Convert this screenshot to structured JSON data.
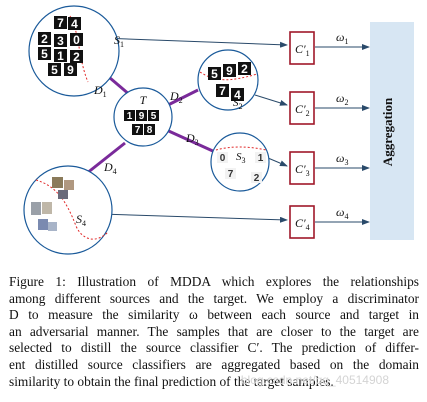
{
  "diagram": {
    "sources": [
      {
        "id": "s1",
        "label": "S1",
        "distance": "D1"
      },
      {
        "id": "s2",
        "label": "S2",
        "distance": "D2"
      },
      {
        "id": "s3",
        "label": "S3",
        "distance": "D3"
      },
      {
        "id": "s4",
        "label": "S4",
        "distance": "D4"
      }
    ],
    "target": {
      "label": "T"
    },
    "classifiers": [
      {
        "label": "C'1",
        "weight": "ω1"
      },
      {
        "label": "C'2",
        "weight": "ω2"
      },
      {
        "label": "C'3",
        "weight": "ω3"
      },
      {
        "label": "C'4",
        "weight": "ω4"
      }
    ],
    "aggregation_label": "Aggregation",
    "digit_tiles": {
      "s1": [
        "7",
        "4",
        "2",
        "3",
        "0",
        "5",
        "1",
        "2",
        "5",
        "9"
      ],
      "t": [
        "1",
        "9",
        "5",
        "7",
        "8"
      ],
      "s2": [
        "5",
        "9",
        "2",
        "7",
        "4"
      ],
      "s3": [
        "0",
        "1",
        "7",
        "2"
      ]
    },
    "colors": {
      "edge": "#7a2a9a",
      "circle_stroke": "#1a5a9a",
      "dashed_boundary": "#e02828",
      "classifier_border": "#a0182a",
      "aggregation_fill": "#d7e6f3",
      "arrow": "#2a4a6a"
    }
  },
  "caption": {
    "lines": [
      "Figure 1: Illustration of MDDA which explores the relationships",
      "among different sources and the target. We employ a discriminator",
      "D to measure the similarity ω between each source and target in",
      "an adversarial manner. The samples that are closer to the target are",
      "selected to distill the source classifier C′. The prediction of differ-",
      "ent distilled source classifiers are aggregated based on the domain",
      "similarity to obtain the final prediction of the target samples."
    ]
  },
  "watermark": "blog.csdn.net/qq_40514908"
}
